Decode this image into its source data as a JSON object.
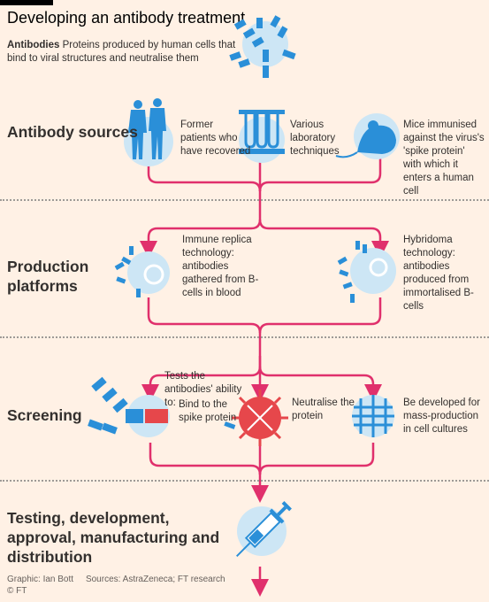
{
  "title": "Developing an antibody treatment",
  "intro": {
    "term": "Antibodies",
    "text": "Proteins produced by human cells that bind to viral structures and neutralise them"
  },
  "sections": {
    "sources": "Antibody sources",
    "production": "Production platforms",
    "screening": "Screening",
    "testing": "Testing, development, approval, manufacturing and distribution"
  },
  "sources": {
    "patients": "Former patients who have recovered",
    "lab": "Various laboratory techniques",
    "mice": "Mice immunised against the virus's 'spike protein' with which it enters a human cell"
  },
  "production": {
    "immune": "Immune replica technology: antibodies gathered from B-cells in blood",
    "hybridoma": "Hybridoma technology: antibodies produced from immortalised B-cells"
  },
  "screening": {
    "intro": "Tests the antibodies' ability to:",
    "bind": "Bind to the spike protein",
    "neutralise": "Neutralise the protein",
    "mass": "Be developed for mass-production in cell cultures"
  },
  "footer": {
    "graphic": "Graphic: Ian Bott",
    "sources": "Sources: AstraZeneca; FT research",
    "copyright": "© FT"
  },
  "colors": {
    "background": "#fff1e5",
    "flow": "#e0306c",
    "icon_blue": "#2a8fd8",
    "circle": "#cde6f5",
    "virus": "#e6474b"
  }
}
